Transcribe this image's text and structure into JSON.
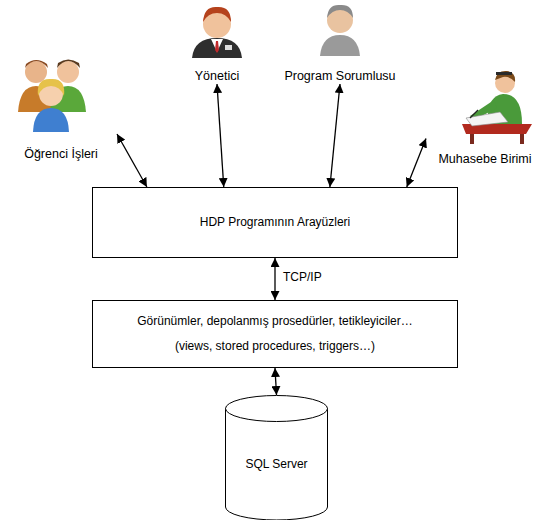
{
  "diagram": {
    "nodes": [
      {
        "text": [
          "Öğrenci İşleri"
        ]
      },
      {
        "text": [
          "Yönetici"
        ]
      },
      {
        "text": [
          "Program Sorumlusu"
        ]
      },
      {
        "text": [
          "Muhasebe Birimi"
        ]
      },
      {
        "text": [
          "HDP Programının Arayüzleri"
        ]
      },
      {
        "text": [
          "Görünümler, depolanmış prosedürler, tetikleyiciler…",
          "(views, stored procedures, triggers…)"
        ]
      },
      {
        "text": [
          "SQL Server"
        ]
      }
    ],
    "edges": [
      {
        "from": 0,
        "to": 4,
        "arrow": "both"
      },
      {
        "from": 1,
        "to": 4,
        "arrow": "both"
      },
      {
        "from": 2,
        "to": 4,
        "arrow": "both"
      },
      {
        "from": 3,
        "to": 4,
        "arrow": "both"
      },
      {
        "from": 4,
        "to": 5,
        "arrow": "both",
        "label": "TCP/IP"
      },
      {
        "from": 5,
        "to": 6,
        "arrow": "both"
      }
    ]
  }
}
